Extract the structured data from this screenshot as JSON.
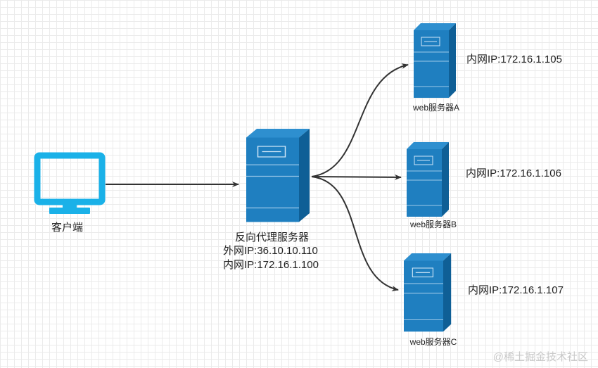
{
  "client": {
    "label": "客户端"
  },
  "proxy": {
    "label": "反向代理服务器",
    "external_ip": "外网IP:36.10.10.110",
    "internal_ip": "内网IP:172.16.1.100"
  },
  "servers": [
    {
      "name": "web服务器A",
      "ip": "内网IP:172.16.1.105"
    },
    {
      "name": "web服务器B",
      "ip": "内网IP:172.16.1.106"
    },
    {
      "name": "web服务器C",
      "ip": "内网IP:172.16.1.107"
    }
  ],
  "watermark": "@稀土掘金技术社区",
  "colors": {
    "monitor": "#1ab1e8",
    "server_front": "#1f7fc0",
    "server_side": "#0f5f96",
    "server_top": "#2e8fcf",
    "arrow": "#333333"
  }
}
